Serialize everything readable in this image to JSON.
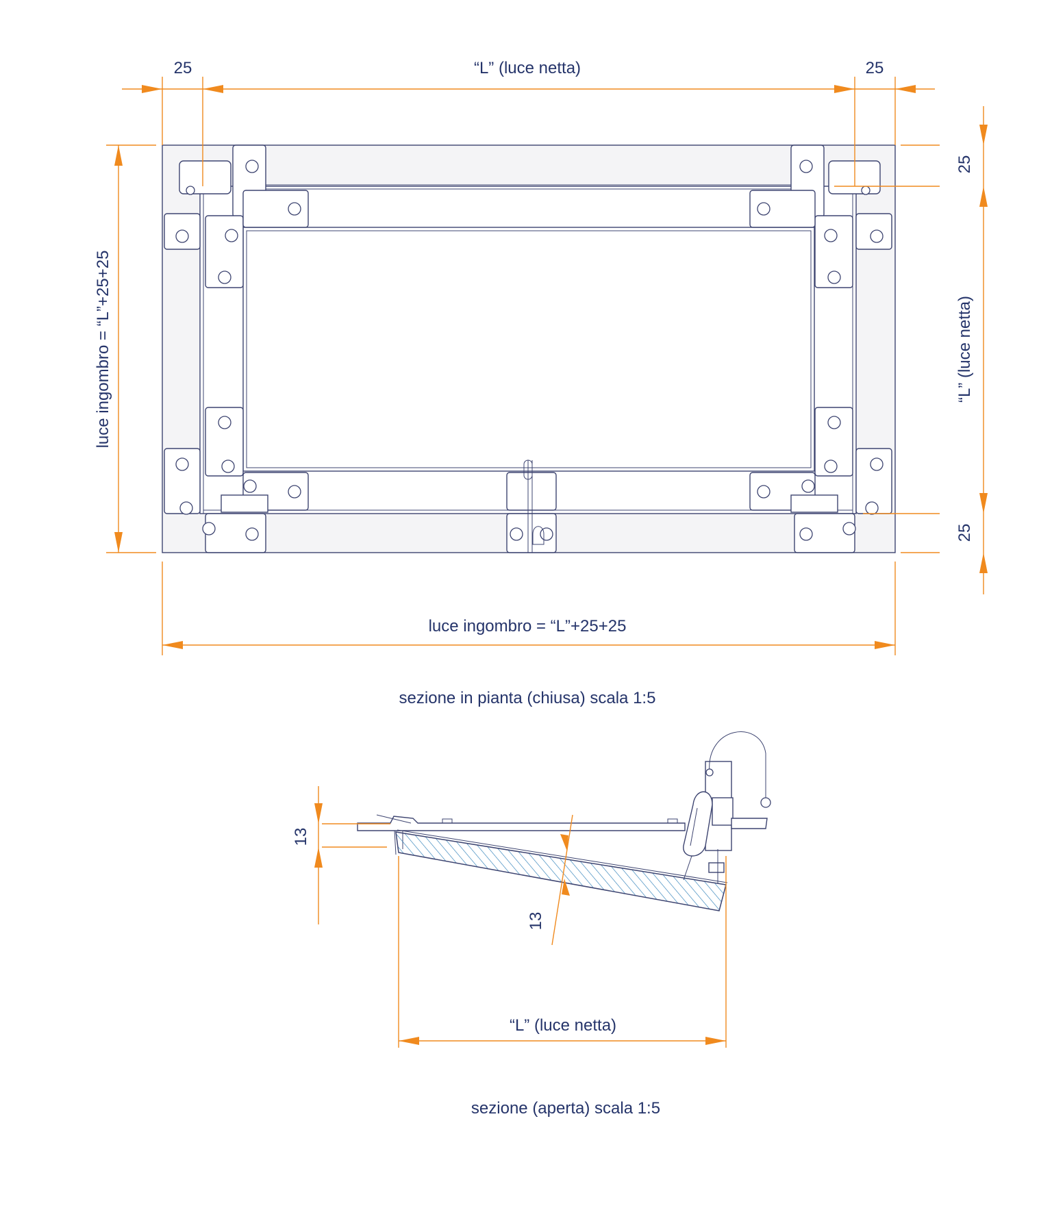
{
  "plan": {
    "top_left_offset": "25",
    "top_span": "“L” (luce netta)",
    "top_right_offset": "25",
    "left_overall": "luce ingombro = “L”+25+25",
    "right_top_offset": "25",
    "right_span": "“L” (luce netta)",
    "right_bottom_offset": "25",
    "bottom_overall": "luce ingombro = “L”+25+25",
    "caption": "sezione in pianta (chiusa) scala 1:5"
  },
  "section": {
    "left_thickness": "13",
    "panel_thickness": "13",
    "span": "“L” (luce netta)",
    "caption": "sezione (aperta) scala 1:5"
  },
  "colors": {
    "dimension": "#f08a1e",
    "text": "#25346a",
    "outline": "#3d4470",
    "hatch": "#2c7fb8"
  }
}
